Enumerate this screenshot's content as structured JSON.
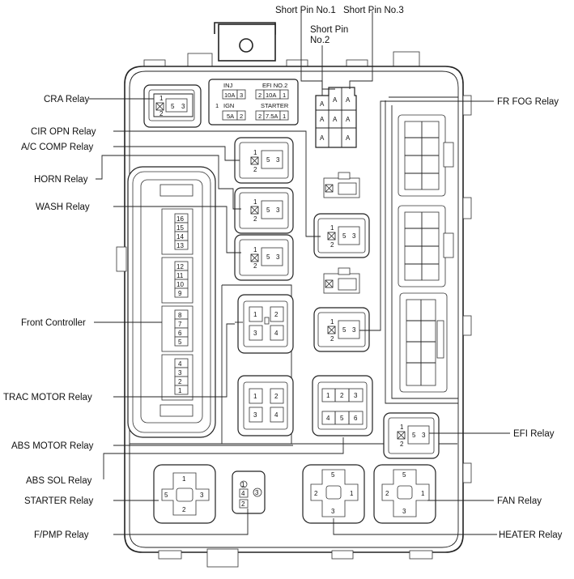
{
  "labels": {
    "cra_relay": "CRA Relay",
    "cir_opn_relay": "CIR OPN Relay",
    "ac_comp_relay": "A/C COMP Relay",
    "horn_relay": "HORN Relay",
    "wash_relay": "WASH Relay",
    "front_controller": "Front Controller",
    "trac_motor_relay": "TRAC MOTOR Relay",
    "abs_motor_relay": "ABS MOTOR Relay",
    "abs_sol_relay": "ABS SOL Relay",
    "starter_relay": "STARTER Relay",
    "fpmp_relay": "F/PMP Relay",
    "short_pin_1": "Short Pin No.1",
    "short_pin_2_line1": "Short Pin",
    "short_pin_2_line2": "No.2",
    "short_pin_3": "Short Pin No.3",
    "fr_fog_relay": "FR FOG Relay",
    "efi_relay": "EFI Relay",
    "fan_relay": "FAN Relay",
    "heater_relay": "HEATER Relay"
  },
  "fuse_block": {
    "inj": "INJ",
    "inj_amp": "10A",
    "inj_pin": "3",
    "efi_no2": "EFI NO.2",
    "efi_pin_left": "2",
    "efi_amp": "10A",
    "efi_pin_right": "1",
    "ign_pin_left": "1",
    "ign": "IGN",
    "ign_amp": "5A",
    "ign_pin": "2",
    "starter": "STARTER",
    "starter_pin_left": "2",
    "starter_amp": "7.5A",
    "starter_pin_right": "1"
  },
  "short_pin_cells": [
    "A",
    "A",
    "A",
    "A",
    "A",
    "A",
    "A",
    "A"
  ],
  "relay_pins": {
    "p1": "1",
    "p2": "2",
    "p3": "3",
    "p4": "4",
    "p5": "5",
    "p6": "6"
  },
  "controller_pins": {
    "g1": [
      "16",
      "15",
      "14",
      "13"
    ],
    "g2": [
      "12",
      "11",
      "10",
      "9"
    ],
    "g3": [
      "8",
      "7",
      "6",
      "5"
    ],
    "g4": [
      "4",
      "3",
      "2",
      "1"
    ]
  }
}
